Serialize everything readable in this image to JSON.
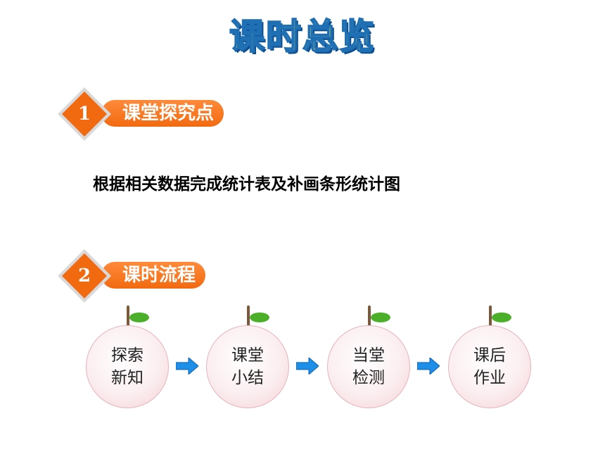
{
  "page_title": "课时总览",
  "sections": [
    {
      "number": "1",
      "label": "课堂探究点"
    },
    {
      "number": "2",
      "label": "课时流程"
    }
  ],
  "content_text": "根据相关数据完成统计表及补画条形统计图",
  "flow": [
    {
      "line1": "探索",
      "line2": "新知"
    },
    {
      "line1": "课堂",
      "line2": "小结"
    },
    {
      "line1": "当堂",
      "line2": "检测"
    },
    {
      "line1": "课后",
      "line2": "作业"
    }
  ],
  "colors": {
    "accent": "#f26a10",
    "title_fill": "#f7e84a",
    "title_outline": "#1f6fb4",
    "arrow": "#1e8fe8"
  }
}
